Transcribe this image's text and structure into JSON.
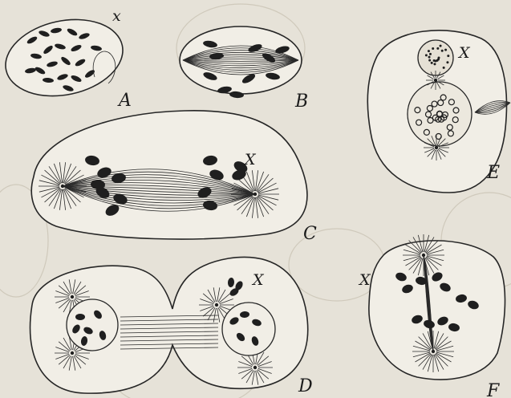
{
  "figure": {
    "panels": [
      {
        "id": "A",
        "label": "A",
        "marker": "x"
      },
      {
        "id": "B",
        "label": "B"
      },
      {
        "id": "C",
        "label": "C",
        "marker": "X"
      },
      {
        "id": "D",
        "label": "D",
        "marker": "X"
      },
      {
        "id": "E",
        "label": "E",
        "marker": "X"
      },
      {
        "id": "F",
        "label": "F",
        "marker": "X"
      }
    ]
  },
  "colors": {
    "background": "#e6e2d8",
    "cell": "#f1eee6",
    "ink": "#1f1f1f"
  }
}
